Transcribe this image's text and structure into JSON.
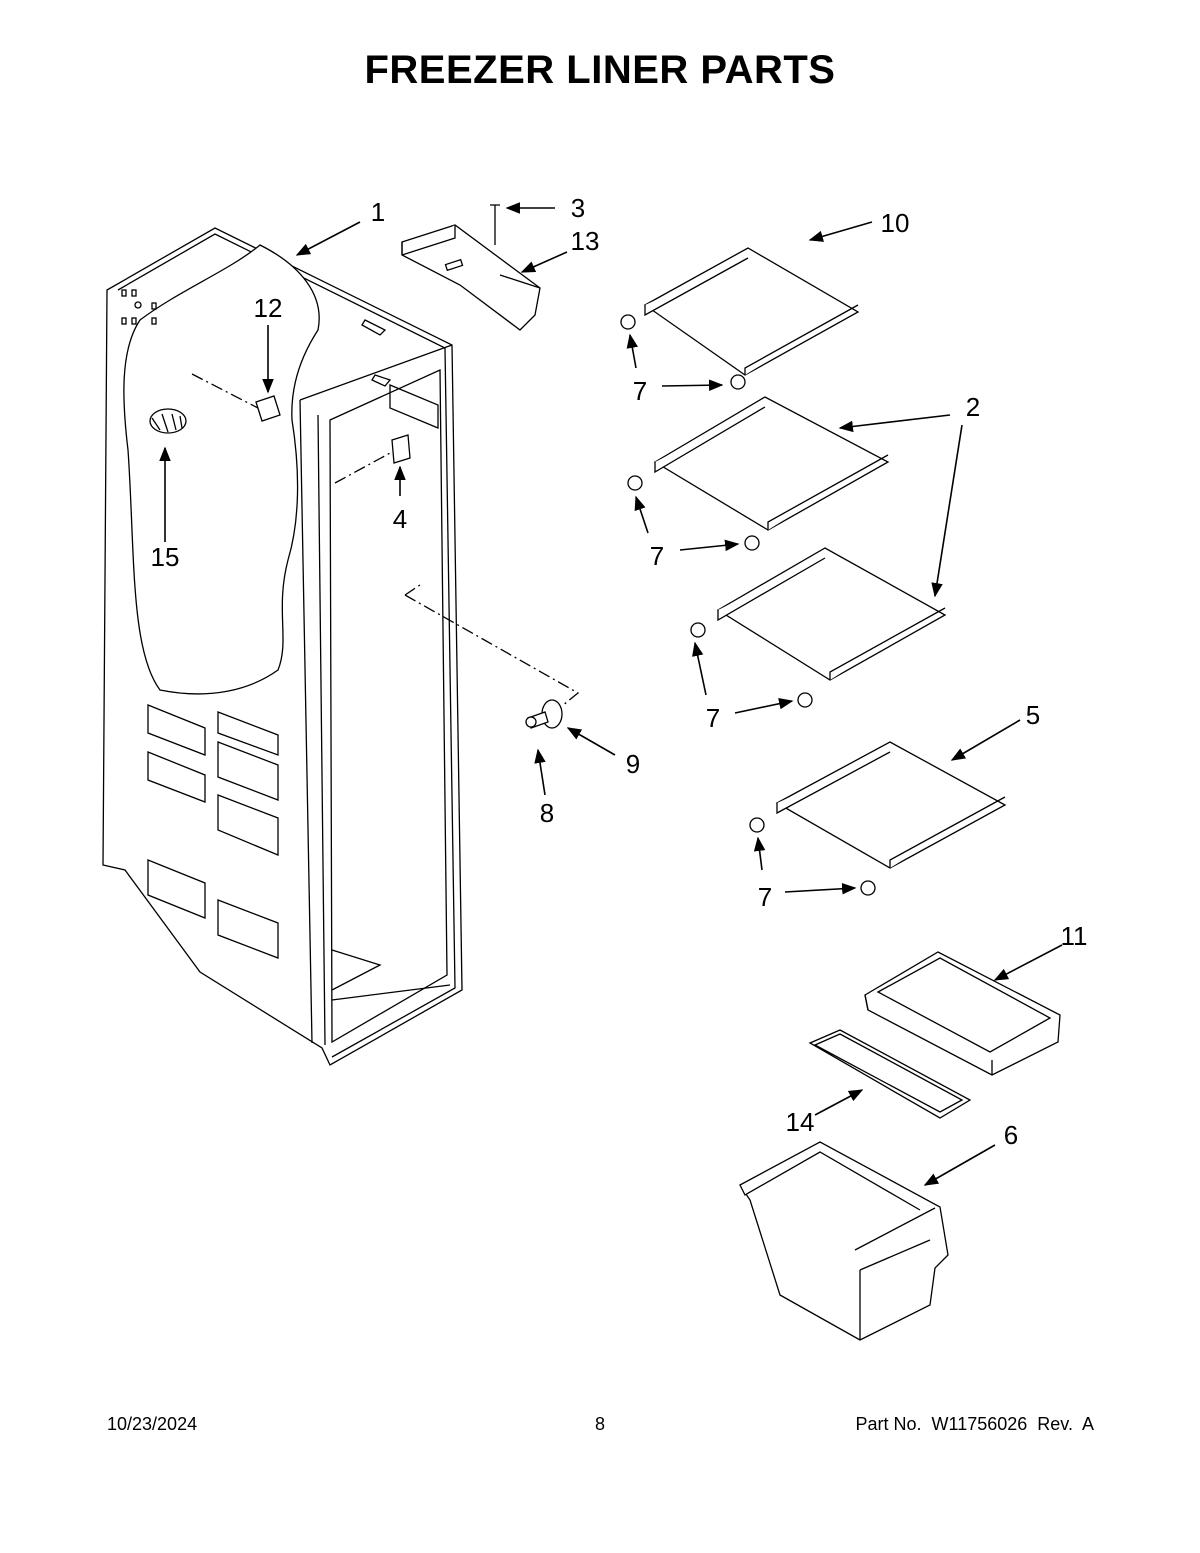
{
  "title": "FREEZER LINER PARTS",
  "footer": {
    "date": "10/23/2024",
    "page": "8",
    "part_label": "Part No.  W11756026  Rev.  A"
  },
  "callouts": {
    "c1": "1",
    "c2": "2",
    "c3": "3",
    "c4": "4",
    "c5": "5",
    "c6": "6",
    "c7a": "7",
    "c7b": "7",
    "c7c": "7",
    "c7d": "7",
    "c8": "8",
    "c9": "9",
    "c10": "10",
    "c11": "11",
    "c12": "12",
    "c13": "13",
    "c14": "14",
    "c15": "15"
  }
}
